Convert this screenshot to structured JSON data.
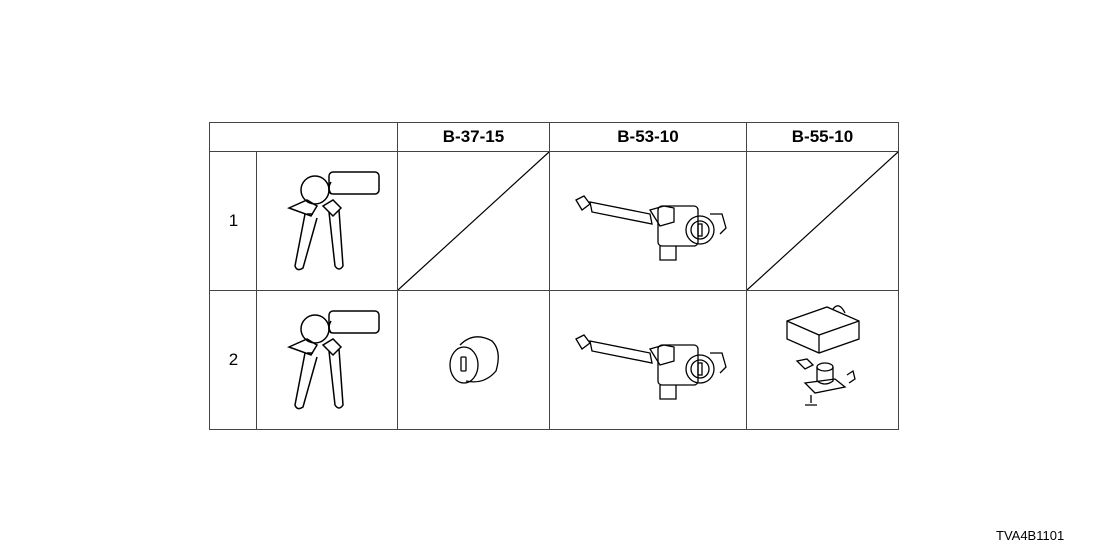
{
  "table": {
    "columns": [
      {
        "label": ""
      },
      {
        "label": "B-37-15"
      },
      {
        "label": "B-53-10"
      },
      {
        "label": "B-55-10"
      }
    ],
    "rows": [
      {
        "number": "1",
        "image": "key-set",
        "cells": [
          "not-applicable",
          "steering-lock-assembly",
          "not-applicable"
        ]
      },
      {
        "number": "2",
        "image": "key-set",
        "cells": [
          "lock-cylinder",
          "steering-lock-assembly",
          "glove-box-lock-kit"
        ]
      }
    ]
  },
  "diagram_code": "TVA4B1101"
}
